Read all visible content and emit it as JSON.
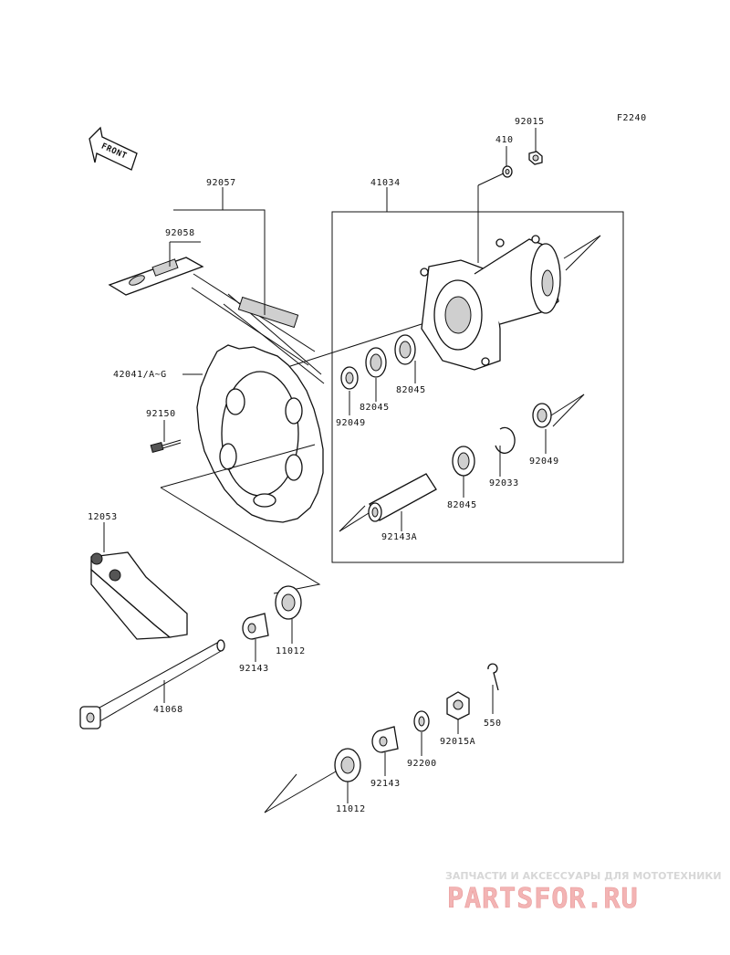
{
  "figure_code": "F2240",
  "front_label": "FRONT",
  "parts": {
    "p92015": "92015",
    "p410": "410",
    "p41034": "41034",
    "p92057": "92057",
    "p92058": "92058",
    "p42041": "42041/A~G",
    "p92150": "92150",
    "p82045a": "82045",
    "p82045b": "82045",
    "p92049a": "92049",
    "p92049b": "92049",
    "p92033": "92033",
    "p82045c": "82045",
    "p92143a": "92143A",
    "p12053": "12053",
    "p92143b": "92143",
    "p11012a": "11012",
    "p41068": "41068",
    "p550": "550",
    "p92015a": "92015A",
    "p92200": "92200",
    "p92143c": "92143",
    "p11012b": "11012"
  },
  "watermark": {
    "tagline": "ЗАПЧАСТИ И АКСЕССУАРЫ ДЛЯ МОТОТЕХНИКИ",
    "logo": "PARTSFOR.RU"
  }
}
